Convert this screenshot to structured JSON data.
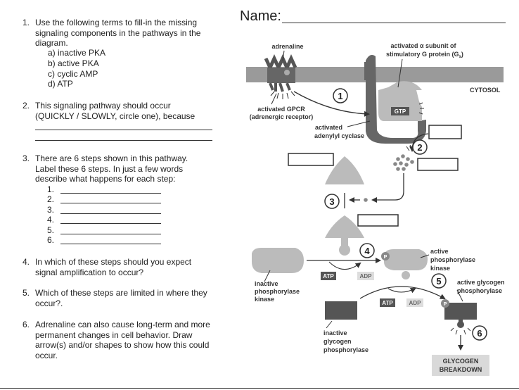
{
  "header": {
    "name_label": "Name:"
  },
  "questions": {
    "q1": {
      "number": "1.",
      "lines": [
        "Use the following terms to fill-in the missing",
        "signaling components in the pathways in the",
        "diagram."
      ],
      "terms": [
        "a) inactive PKA",
        "b) active PKA",
        "c) cyclic AMP",
        "d) ATP"
      ]
    },
    "q2": {
      "number": "2.",
      "lines": [
        "This signaling pathway should occur",
        "(QUICKLY / SLOWLY, circle one), because"
      ]
    },
    "q3": {
      "number": "3.",
      "lines": [
        "There are 6 steps shown in this pathway.",
        "Label these 6 steps.  In just a few words",
        "describe what happens for each step:"
      ],
      "steps": [
        "1.",
        "2.",
        "3.",
        "4.",
        "5.",
        "6."
      ]
    },
    "q4": {
      "number": "4.",
      "lines": [
        "In which of these steps should you expect",
        "signal amplification to occur?"
      ]
    },
    "q5": {
      "number": "5.",
      "lines": [
        "Which of these steps are limited in where they",
        "occur?."
      ]
    },
    "q6": {
      "number": "6.",
      "lines": [
        "Adrenaline can also cause long-term and more",
        "permanent changes in cell behavior. Draw",
        "arrow(s) and/or shapes to show how this could",
        "occur."
      ]
    }
  },
  "diagram": {
    "adrenaline": "adrenaline",
    "galpha_line1": "activated α subunit of",
    "galpha_line2": "stimulatory G protein (G",
    "galpha_sub": "s",
    "galpha_end": ")",
    "cytosol": "CYTOSOL",
    "gpcr_line1": "activated GPCR",
    "gpcr_line2": "(adrenergic receptor)",
    "gtp": "GTP",
    "ac_line1": "activated",
    "ac_line2": "adenylyl cyclase",
    "step_numbers": [
      "1",
      "2",
      "3",
      "4",
      "5",
      "6"
    ],
    "p_badge": "P",
    "atp": "ATP",
    "adp": "ADP",
    "active_pk_line1": "active",
    "active_pk_line2": "phosphorylase",
    "active_pk_line3": "kinase",
    "inactive_pk_line1": "inactive",
    "inactive_pk_line2": "phosphorylase",
    "inactive_pk_line3": "kinase",
    "active_gp_line1": "active glycogen",
    "active_gp_line2": "phosphorylase",
    "inactive_gp_line1": "inactive",
    "inactive_gp_line2": "glycogen",
    "inactive_gp_line3": "phosphorylase",
    "breakdown_line1": "GLYCOGEN",
    "breakdown_line2": "BREAKDOWN"
  },
  "colors": {
    "membrane": "#9a9a9a",
    "protein_dark": "#555555",
    "protein_light": "#bdbdbd",
    "breakdown_box": "#d9d9d9"
  }
}
